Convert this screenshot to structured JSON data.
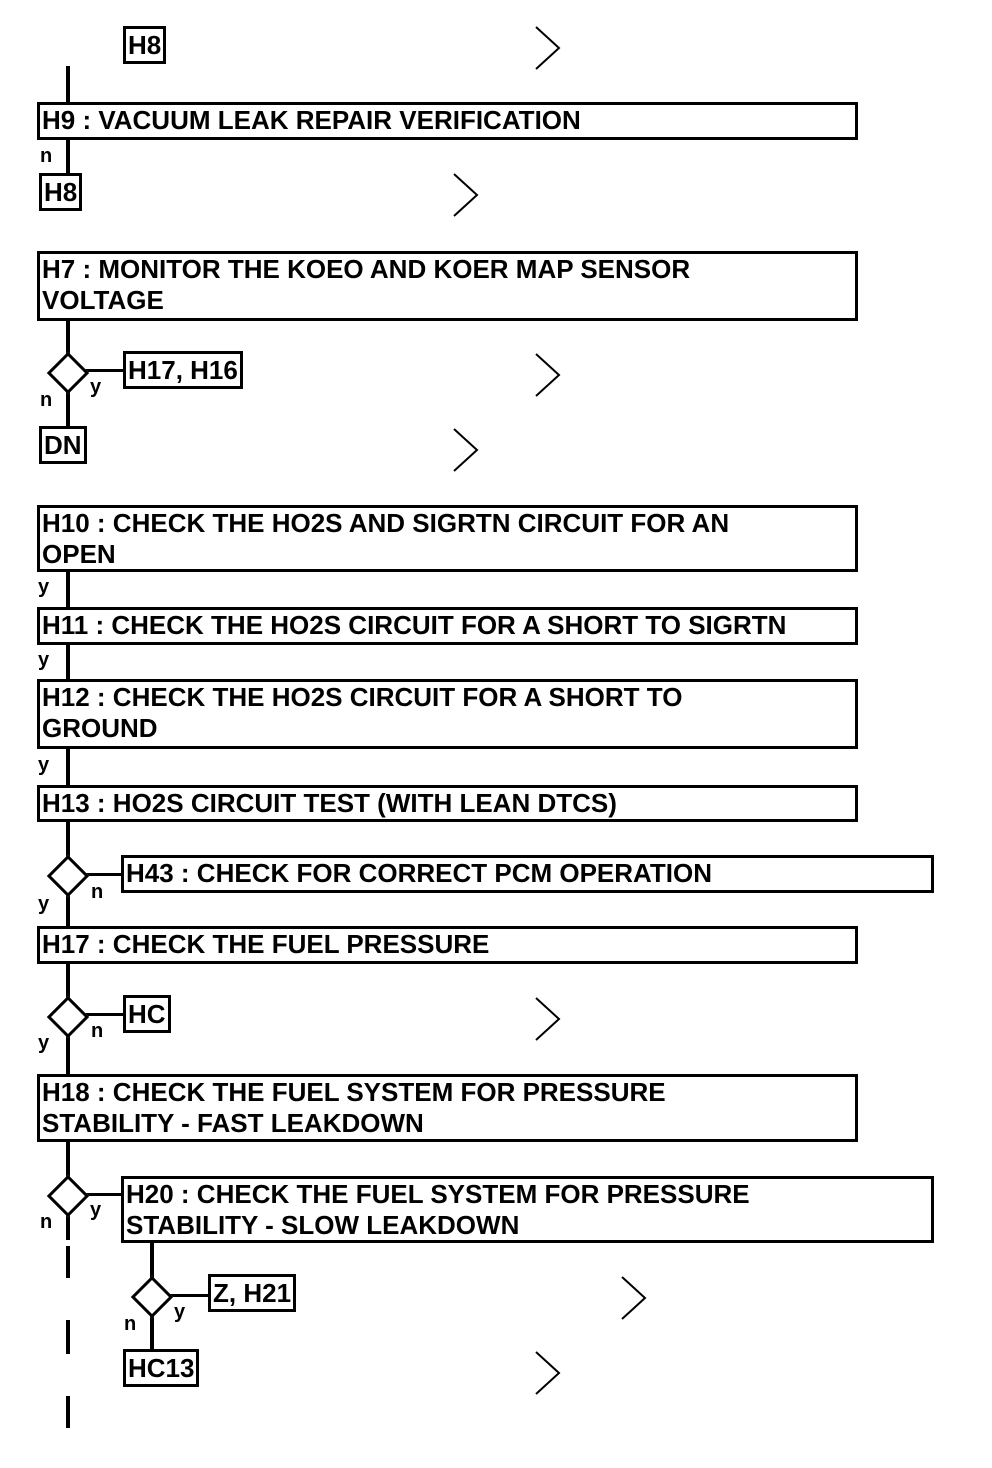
{
  "diagram": {
    "steps": {
      "h9": "H9 : VACUUM LEAK REPAIR VERIFICATION",
      "h7": "H7 : MONITOR THE KOEO AND KOER MAP SENSOR\nVOLTAGE",
      "h10": "H10 : CHECK THE HO2S AND SIGRTN CIRCUIT FOR AN\nOPEN",
      "h11": "H11 : CHECK THE HO2S CIRCUIT FOR A SHORT TO SIGRTN",
      "h12": "H12 : CHECK THE HO2S CIRCUIT FOR A SHORT TO\nGROUND",
      "h13": "H13 : HO2S CIRCUIT TEST (WITH LEAN DTCS)",
      "h43": "H43 : CHECK FOR CORRECT PCM OPERATION",
      "h17": "H17 : CHECK THE FUEL PRESSURE",
      "h18": "H18 : CHECK THE FUEL SYSTEM FOR PRESSURE\nSTABILITY - FAST LEAKDOWN",
      "h20": "H20 : CHECK THE FUEL SYSTEM FOR PRESSURE\nSTABILITY - SLOW LEAKDOWN"
    },
    "refs": {
      "top_h8": "H8",
      "h8": "H8",
      "h17_h16": "H17, H16",
      "dn": "DN",
      "hc": "HC",
      "z_h21": "Z, H21",
      "hc13": "HC13"
    },
    "branch_labels": {
      "yes": "y",
      "no": "n"
    },
    "icons": [
      "chevron-right-icon",
      "decision-diamond-icon"
    ]
  }
}
